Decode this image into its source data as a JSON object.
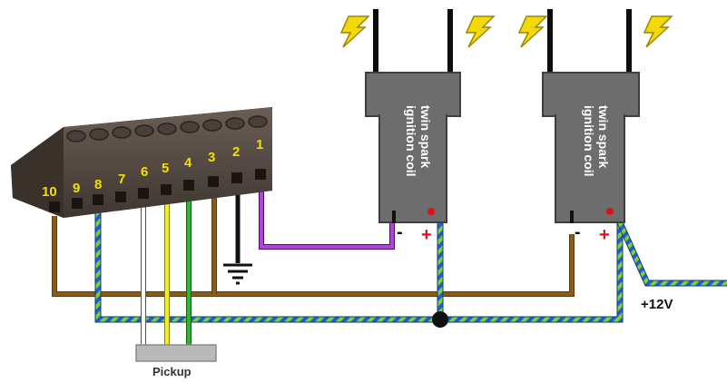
{
  "terminal_block": {
    "pins": [
      "10",
      "9",
      "8",
      "7",
      "6",
      "5",
      "4",
      "3",
      "2",
      "1"
    ]
  },
  "coils": [
    {
      "label_line1": "twin spark",
      "label_line2": "ignition coil",
      "minus": "-",
      "plus": "+"
    },
    {
      "label_line1": "twin spark",
      "label_line2": "ignition coil",
      "minus": "-",
      "plus": "+"
    }
  ],
  "supply": {
    "label": "+12V"
  },
  "pickup": {
    "label": "Pickup"
  },
  "colors": {
    "brown": "#8b5a1b",
    "purple": "#9b30c0",
    "black": "#111111",
    "green": "#2fb52f",
    "yellow": "#f2ee2c",
    "white": "#ffffff",
    "supply_blue": "#1f5fc8",
    "supply_green": "#7fcf3a",
    "coil_body": "#6d6d6d",
    "spark": "#f4d90a",
    "plus_red": "#dd1111"
  },
  "icons": [
    "spark-icon",
    "ground-icon",
    "junction-dot"
  ]
}
